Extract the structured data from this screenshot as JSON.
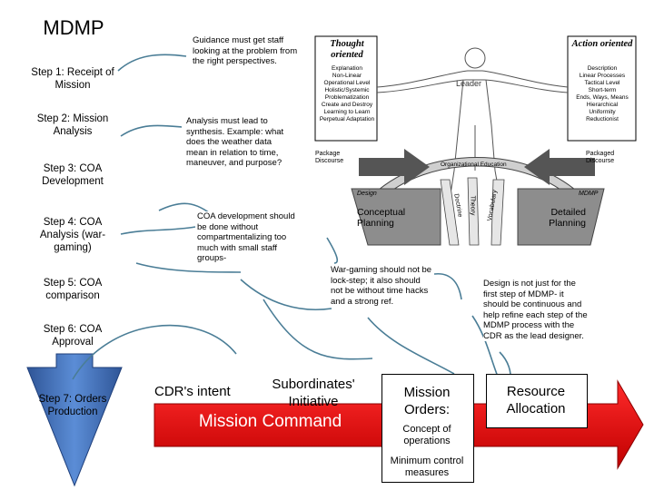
{
  "title": "MDMP",
  "steps": [
    "Step 1: Receipt of Mission",
    "Step 2: Mission Analysis",
    "Step 3: COA Development",
    "Step 4: COA Analysis (war-gaming)",
    "Step 5: COA comparison",
    "Step 6: COA Approval",
    "Step 7: Orders Production"
  ],
  "notes": {
    "guidance": "Guidance must get staff looking at the problem from the right perspectives.",
    "analysis": "Analysis must lead to synthesis. Example: what does the weather data mean in relation to time, maneuver, and purpose?",
    "coa": "COA development should be done without compartmentalizing too much with small staff groups-",
    "wargaming": "War-gaming should not be lock-step; it also should not be without time hacks and a strong ref.",
    "design": "Design is not just for the first step of MDMP- it should be continuous and help refine each step of the MDMP process with the CDR as the lead designer."
  },
  "figure": {
    "thought_title": "Thought oriented",
    "thought_items": [
      "Explanation",
      "Non-Linear",
      "Operational Level",
      "Holistic/Systemic",
      "Problematization",
      "Create and Destroy",
      "Learning to Learn",
      "Perpetual Adaptation"
    ],
    "action_title": "Action oriented",
    "action_items": [
      "Description",
      "Linear Processes",
      "Tactical Level",
      "Short-term",
      "Ends, Ways, Means",
      "Hierarchical",
      "Uniformity",
      "Reductionist"
    ],
    "leader": "Leader",
    "package_left": "Package Discourse",
    "package_right": "Packaged Discourse",
    "org_education": "Organizational Education",
    "doctrine": "Doctrine",
    "theory": "Theory",
    "vocabulary": "Vocabulary",
    "design": "Design",
    "mdmp": "MDMP",
    "conceptual": "Conceptual Planning",
    "detailed": "Detailed Planning"
  },
  "bottom": {
    "cdr_intent": "CDR's intent",
    "subordinates": "Subordinates' Initiative",
    "mission_command": "Mission Command",
    "mission_orders": "Mission Orders:",
    "concept_ops": "Concept of operations",
    "min_control": "Minimum control measures",
    "resource": "Resource Allocation"
  },
  "colors": {
    "arrow_blue": "#4472c4",
    "arrow_red": "#e01010",
    "connector": "#4a7d96",
    "mission_command_text": "#ffffff"
  }
}
